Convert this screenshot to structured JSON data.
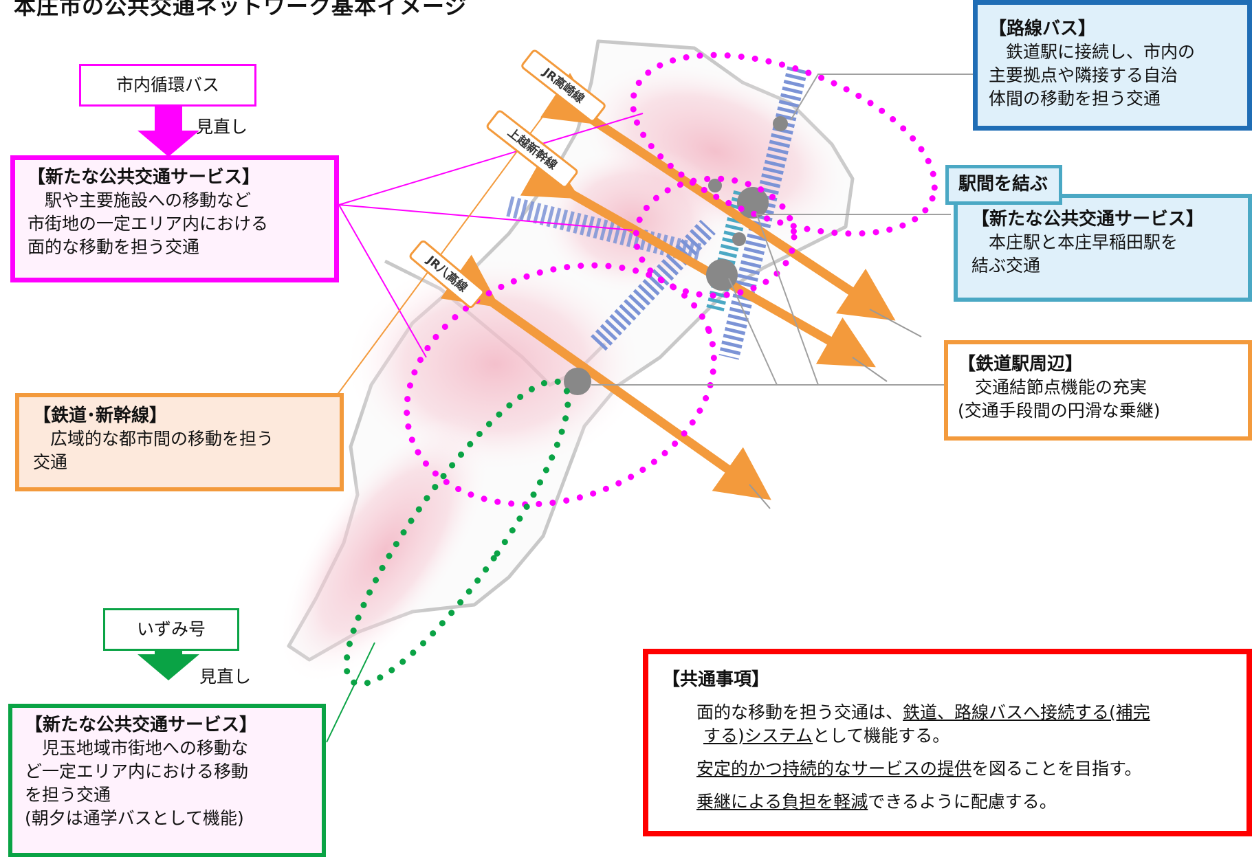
{
  "title": "本庄市の公共交通ネットワーク基本イメージ",
  "colors": {
    "magenta": "#ff00ff",
    "orange": "#f39a3c",
    "green": "#0aa345",
    "blue": "#1f6db5",
    "teal": "#4aa8c4",
    "red": "#ff0000",
    "stripe": "#7b93d6"
  },
  "rail_labels": {
    "takasaki": "JR高崎線",
    "joetsu": "上越新幹線",
    "hachiko": "JR八高線"
  },
  "top_left": {
    "old_service": "市内循環バス",
    "arrow_label": "見直し",
    "header": "【新たな公共交通サービス】",
    "body": "　駅や主要施設への移動など\n市街地の一定エリア内における\n面的な移動を担う交通"
  },
  "railway_box": {
    "header": "【鉄道･新幹線】",
    "body": "　広域的な都市間の移動を担う\n交通"
  },
  "bottom_left": {
    "old_service": "いずみ号",
    "arrow_label": "見直し",
    "header": "【新たな公共交通サービス】",
    "body": "　児玉地域市街地への移動な\nど一定エリア内における移動\nを担う交通\n(朝夕は通学バスとして機能)"
  },
  "route_bus": {
    "header": "【路線バス】",
    "body": "　鉄道駅に接続し、市内の\n主要拠点や隣接する自治\n体間の移動を担う交通"
  },
  "station_link": {
    "tab": "駅間を結ぶ",
    "header": "【新たな公共交通サービス】",
    "body": "　本庄駅と本庄早稲田駅を\n結ぶ交通"
  },
  "station_area": {
    "header": "【鉄道駅周辺】",
    "body": "　交通結節点機能の充実\n(交通手段間の円滑な乗継)"
  },
  "common": {
    "header": "【共通事項】",
    "p1a": "面的な移動を担う交通は、",
    "p1b": "鉄道、路線バスへ接続する(補完",
    "p1c": "する)システム",
    "p1d": "として機能する。",
    "p2a": "安定的かつ持続的なサービスの提供",
    "p2b": "を図ることを目指す。",
    "p3a": "乗継による負担を軽減",
    "p3b": "できるように配慮する。"
  }
}
